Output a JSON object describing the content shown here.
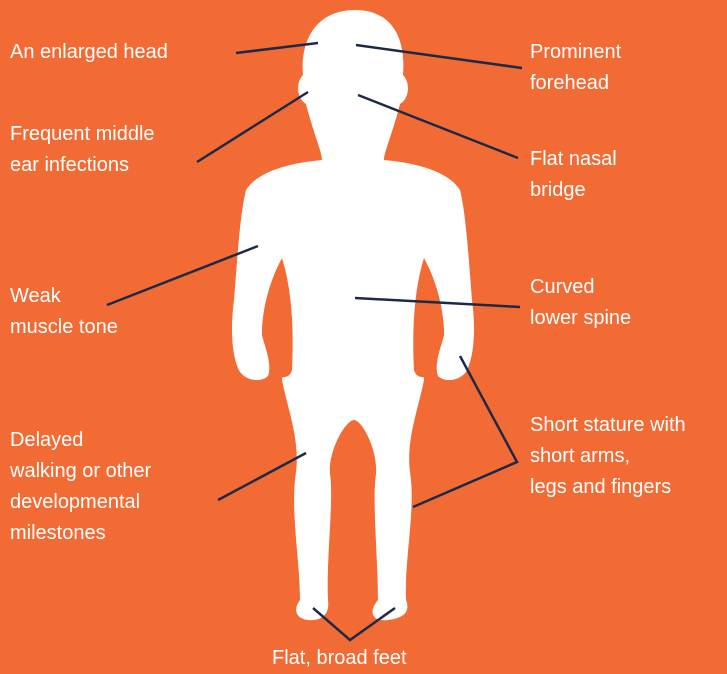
{
  "colors": {
    "background": "#F26B35",
    "figure": "#FFFFFF",
    "line": "#1D2A47",
    "text": "#FFFFFF"
  },
  "labels": {
    "enlarged_head": [
      "An enlarged head"
    ],
    "prominent_forehead": [
      "Prominent",
      "forehead"
    ],
    "ear_infections": [
      "Frequent middle",
      "ear infections"
    ],
    "flat_nasal_bridge": [
      "Flat nasal",
      "bridge"
    ],
    "weak_muscle_tone": [
      "Weak",
      "muscle tone"
    ],
    "curved_lower_spine": [
      "Curved",
      "lower spine"
    ],
    "delayed_walking": [
      "Delayed",
      "walking or other",
      "developmental",
      "milestones"
    ],
    "short_stature": [
      "Short stature with",
      "short arms,",
      "legs and fingers"
    ],
    "flat_feet": [
      "Flat, broad feet"
    ]
  }
}
